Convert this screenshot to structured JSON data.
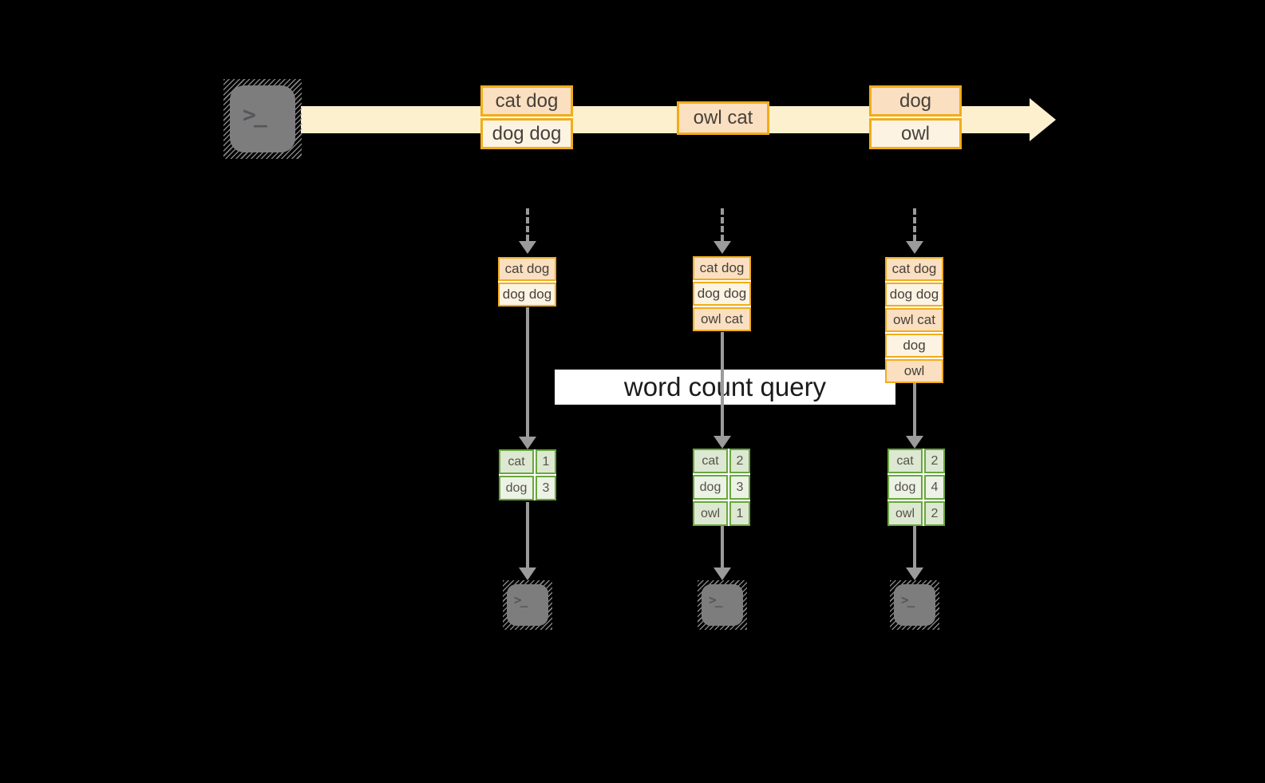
{
  "banner": {
    "label": "word count query"
  },
  "source": {
    "icon": "terminal-icon",
    "prompt": ">_"
  },
  "stream_batches": [
    {
      "rows": [
        "cat dog",
        "dog dog"
      ]
    },
    {
      "rows": [
        "owl cat"
      ]
    },
    {
      "rows": [
        "dog",
        "owl"
      ]
    }
  ],
  "snapshots": [
    {
      "accumulated": [
        "cat dog",
        "dog dog"
      ],
      "counts": [
        {
          "word": "cat",
          "n": "1"
        },
        {
          "word": "dog",
          "n": "3"
        }
      ]
    },
    {
      "accumulated": [
        "cat dog",
        "dog dog",
        "owl cat"
      ],
      "counts": [
        {
          "word": "cat",
          "n": "2"
        },
        {
          "word": "dog",
          "n": "3"
        },
        {
          "word": "owl",
          "n": "1"
        }
      ]
    },
    {
      "accumulated": [
        "cat dog",
        "dog dog",
        "owl cat",
        "dog",
        "owl"
      ],
      "counts": [
        {
          "word": "cat",
          "n": "2"
        },
        {
          "word": "dog",
          "n": "4"
        },
        {
          "word": "owl",
          "n": "2"
        }
      ]
    }
  ],
  "sinks": [
    {
      "prompt": ">_"
    },
    {
      "prompt": ">_"
    },
    {
      "prompt": ">_"
    }
  ],
  "colors": {
    "background": "#000000",
    "stream_band": "#fcf0ce",
    "record_border": "#f0ad1a",
    "record_dark": "#fbdfc1",
    "record_light": "#fdf3e3",
    "table_border": "#68a73c",
    "table_cell_dark": "#dde8d2",
    "table_cell_light": "#ecf2e5",
    "arrow_gray": "#9b9b9b",
    "terminal_gray": "#7d7d7d",
    "banner_bg": "#ffffff"
  }
}
